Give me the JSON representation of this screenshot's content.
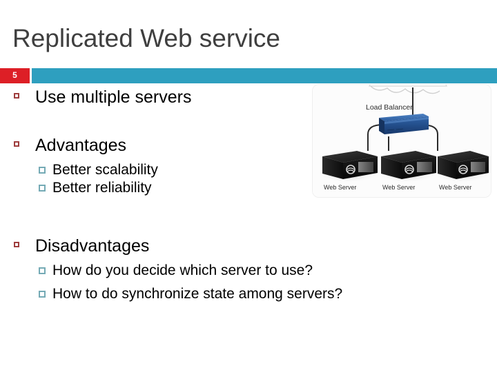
{
  "slide": {
    "title": "Replicated Web service",
    "page_number": "5",
    "accent_color": "#2e9fbf",
    "badge_color": "#dd1f26",
    "level1_marker_color": "#9e3d3d",
    "level2_marker_color": "#74aab5",
    "title_color": "#3f3f3f"
  },
  "bullets": [
    {
      "text": "Use multiple servers",
      "children": []
    },
    {
      "text": "Advantages",
      "children": [
        {
          "text": "Better scalability"
        },
        {
          "text": "Better reliability"
        }
      ]
    },
    {
      "text": "Disadvantages",
      "children": [
        {
          "text": "How do you decide which server to use?"
        },
        {
          "text": "How to do synchronize state among servers?"
        }
      ]
    }
  ],
  "diagram": {
    "load_balancer_label": "Load Balancer",
    "servers": [
      {
        "label": "Web Server"
      },
      {
        "label": "Web Server"
      },
      {
        "label": "Web Server"
      }
    ],
    "load_balancer_color": "#1e4f8f",
    "server_color": "#101010",
    "cloud_color": "#ffffff"
  }
}
